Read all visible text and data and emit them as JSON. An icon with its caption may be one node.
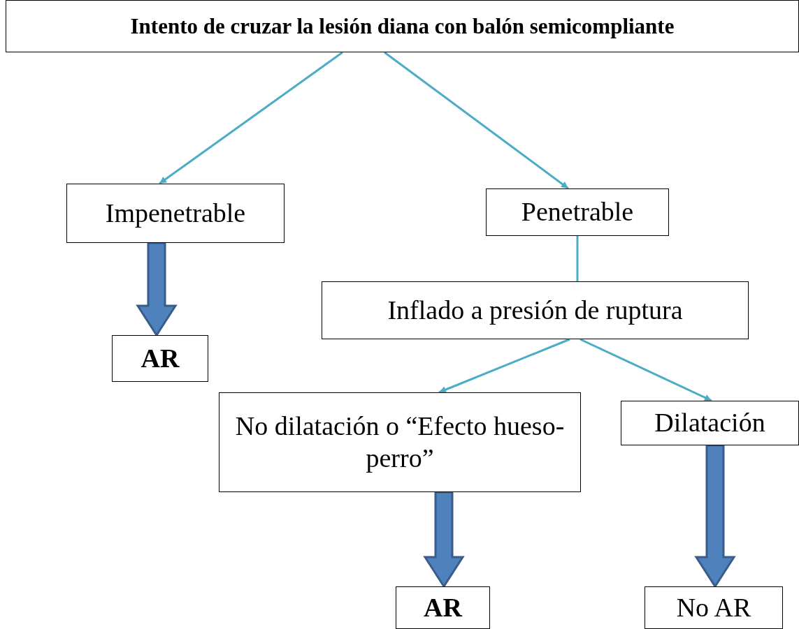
{
  "diagram": {
    "nodes": [
      {
        "text": [
          "Intento de cruzar la lesión diana con balón semicompliante"
        ]
      },
      {
        "text": [
          "Impenetrable"
        ]
      },
      {
        "text": [
          "Penetrable"
        ]
      },
      {
        "text": [
          "Inflado a presión de ruptura"
        ]
      },
      {
        "text": [
          "AR"
        ]
      },
      {
        "text": [
          "No dilatación o “Efecto hueso-perro”"
        ]
      },
      {
        "text": [
          "Dilatación"
        ]
      },
      {
        "text": [
          "AR"
        ]
      },
      {
        "text": [
          "No AR"
        ]
      }
    ],
    "edges": [
      {
        "from": 0,
        "to": 1,
        "arrow": "to"
      },
      {
        "from": 0,
        "to": 2,
        "arrow": "to"
      },
      {
        "from": 1,
        "to": 4,
        "arrow": "to",
        "style": "thick",
        "color": "#4f81bd"
      },
      {
        "from": 2,
        "to": 3,
        "arrow": "none"
      },
      {
        "from": 3,
        "to": 5,
        "arrow": "to"
      },
      {
        "from": 3,
        "to": 6,
        "arrow": "to"
      },
      {
        "from": 5,
        "to": 7,
        "arrow": "to",
        "style": "thick",
        "color": "#4f81bd"
      },
      {
        "from": 6,
        "to": 8,
        "arrow": "to",
        "style": "thick",
        "color": "#4f81bd"
      }
    ]
  }
}
